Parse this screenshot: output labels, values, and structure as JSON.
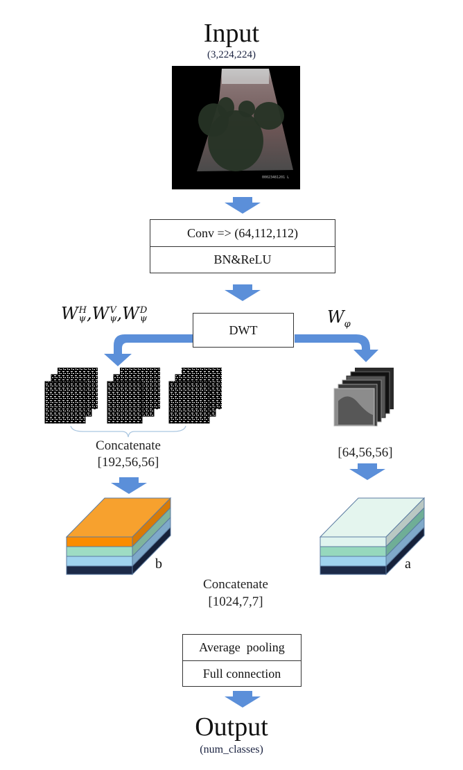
{
  "input": {
    "title": "Input",
    "shape": "(3,224,224)",
    "image_caption": "ultrasound-input-image"
  },
  "conv_block": {
    "row1": "Conv => (64,112,112)",
    "row2": "BN&ReLU"
  },
  "dwt": {
    "label": "DWT",
    "left_branch": {
      "symbol": "W",
      "terms": [
        {
          "sub": "ψ",
          "sup": "H"
        },
        {
          "sub": "ψ",
          "sup": "V"
        },
        {
          "sub": "ψ",
          "sup": "D"
        }
      ]
    },
    "right_branch": {
      "symbol": "W",
      "sub": "φ"
    }
  },
  "left_path": {
    "concat_label": "Concatenate",
    "shape": "[192,56,56]",
    "block_label": "b"
  },
  "right_path": {
    "shape": "[64,56,56]",
    "block_label": "a"
  },
  "merge": {
    "label": "Concatenate",
    "shape": "[1024,7,7]"
  },
  "head_block": {
    "row1": "Average  pooling",
    "row2": "Full connection"
  },
  "output": {
    "title": "Output",
    "shape": "(num_classes)"
  },
  "colors": {
    "arrow": "#5b8fd9",
    "block_b_top": "#f7a12e",
    "block_b_layers": [
      "#fb8c00",
      "#9edcc4",
      "#9fd3ef",
      "#1c2a48"
    ],
    "block_a_top": "#e4f5ee",
    "block_a_layers": [
      "#e0f4ef",
      "#96d8bd",
      "#9fd3ef",
      "#1c2a48"
    ]
  }
}
